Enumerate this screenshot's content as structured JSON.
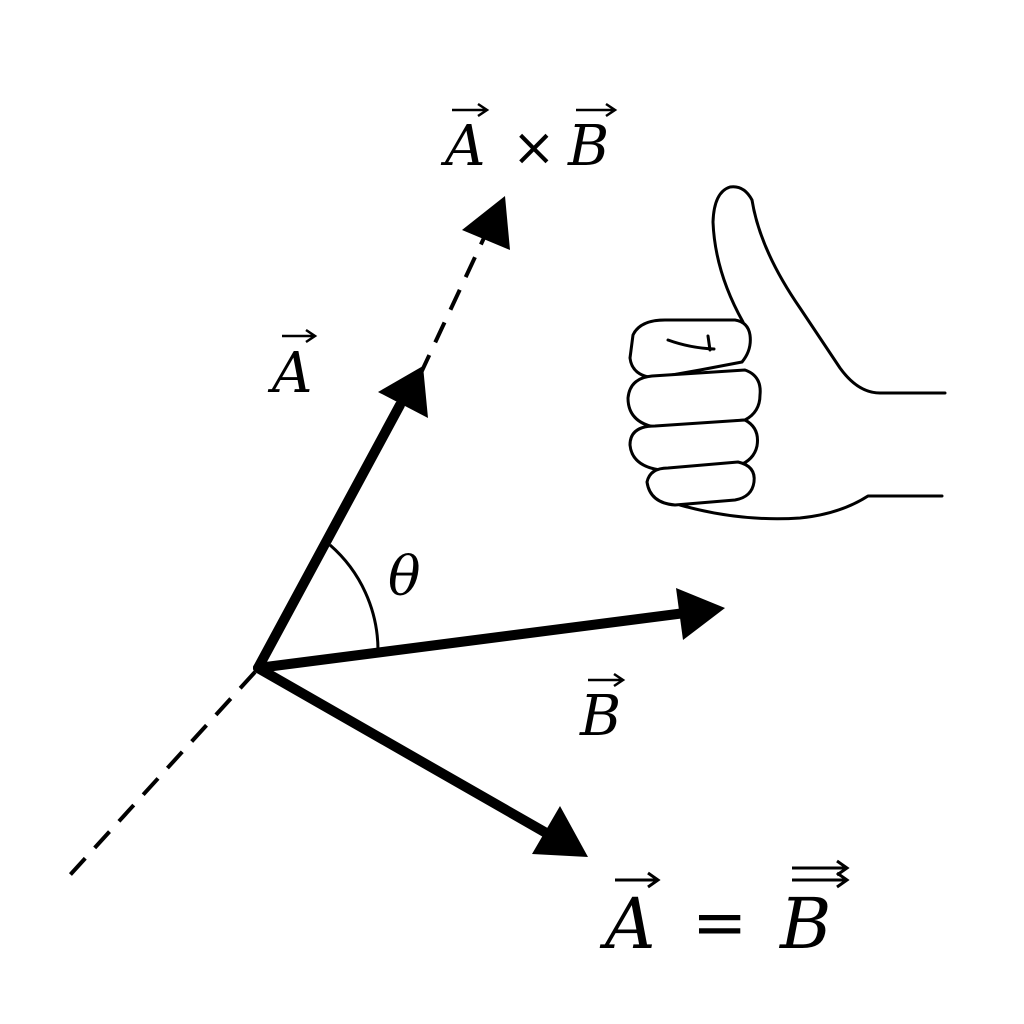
{
  "diagram": {
    "title": "",
    "labels": {
      "cross_product": {
        "left": "A",
        "operator": "×",
        "right": "B"
      },
      "vector_a": "A",
      "vector_b": "B",
      "angle": "θ",
      "equation": {
        "left": "A",
        "operator": "=",
        "right": "B"
      }
    },
    "icons": [
      "thumbs-up-icon"
    ],
    "colors": {
      "ink": "#000000",
      "background": "#ffffff"
    }
  }
}
